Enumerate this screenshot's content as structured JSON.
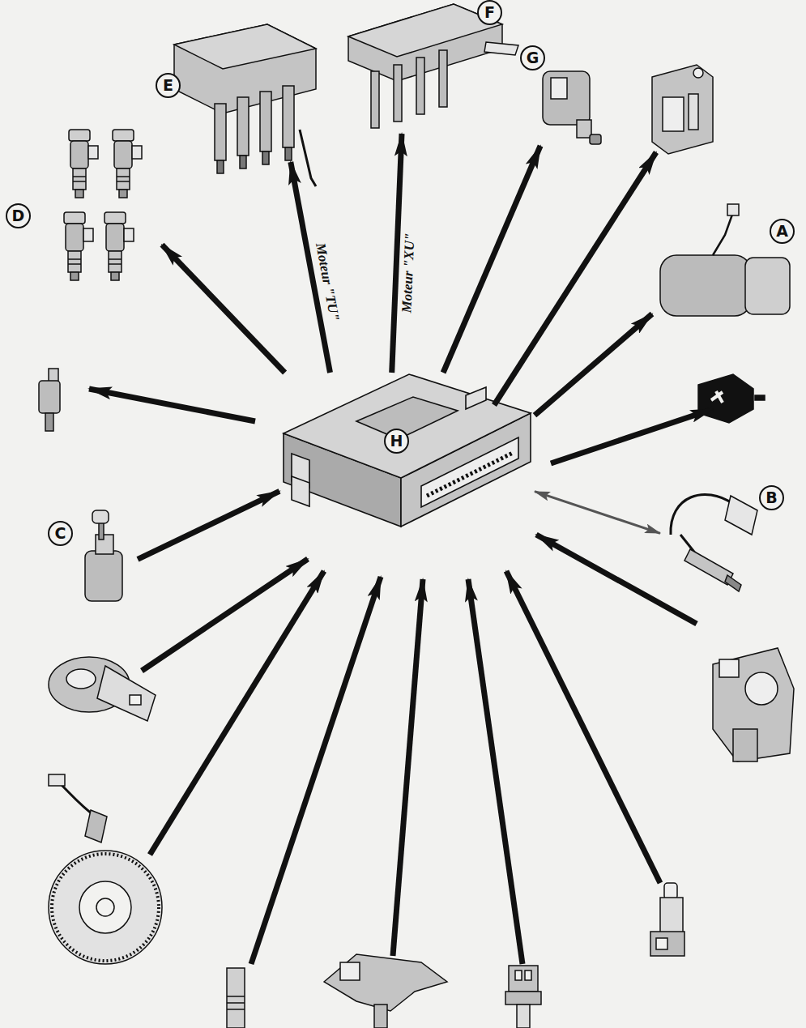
{
  "diagram": {
    "nodes": [
      {
        "text": [
          "E"
        ]
      },
      {
        "text": [
          "F"
        ]
      },
      {
        "text": [
          "G"
        ]
      },
      {
        "text": [
          "D"
        ]
      },
      {
        "text": [
          "A"
        ]
      },
      {
        "text": [
          "H"
        ]
      },
      {
        "text": [
          "B"
        ]
      },
      {
        "text": [
          "C"
        ]
      }
    ],
    "edges": [
      {
        "from": 5,
        "to": 0,
        "arrow": "to",
        "label": "Moteur \"TU\""
      },
      {
        "from": 5,
        "to": 1,
        "arrow": "to",
        "label": "Moteur \"XU\""
      },
      {
        "from": 5,
        "to": 2,
        "arrow": "to"
      },
      {
        "from": 5,
        "to": 3,
        "arrow": "to"
      },
      {
        "from": 5,
        "to": 4,
        "arrow": "to"
      },
      {
        "from": 5,
        "to": 6,
        "arrow": "both"
      },
      {
        "from": 7,
        "to": 5,
        "arrow": "to"
      }
    ]
  }
}
